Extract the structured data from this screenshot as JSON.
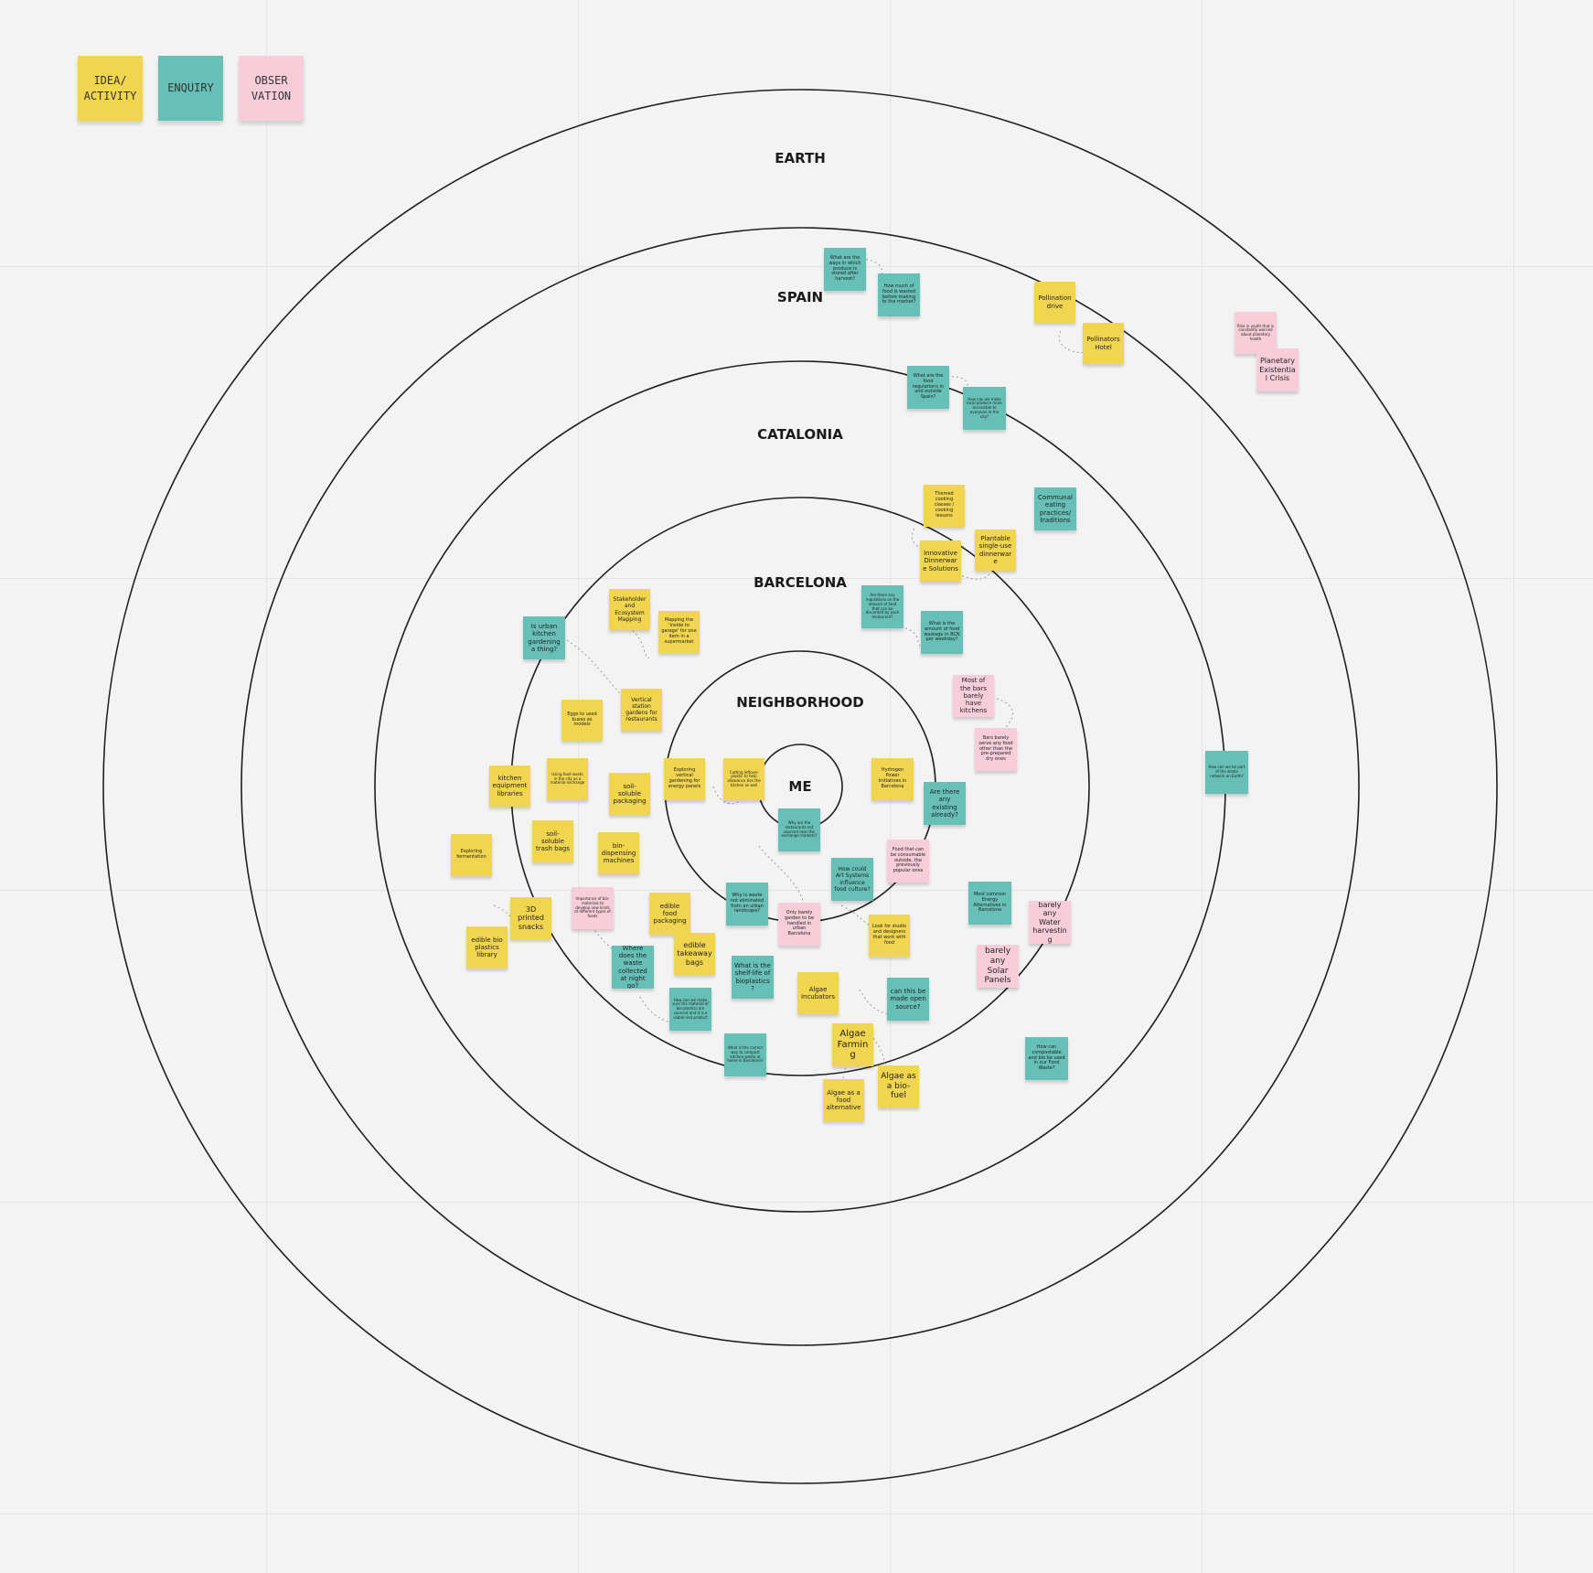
{
  "legend": [
    {
      "label": "IDEA/ ACTIVITY",
      "category": "idea"
    },
    {
      "label": "ENQUIRY",
      "category": "enquiry"
    },
    {
      "label": "OBSER VATION",
      "category": "observation"
    }
  ],
  "rings": [
    {
      "name": "earth",
      "label": "EARTH"
    },
    {
      "name": "spain",
      "label": "SPAIN"
    },
    {
      "name": "catalonia",
      "label": "CATALONIA"
    },
    {
      "name": "barcelona",
      "label": "BARCELONA"
    },
    {
      "name": "neighborhood",
      "label": "NEIGHBORHOOD"
    },
    {
      "name": "me",
      "label": "ME"
    }
  ],
  "notes": [
    {
      "text": "What are the ways in which produce is stored after harvest?",
      "category": "enquiry"
    },
    {
      "text": "How much of food is wasted before making to the market?",
      "category": "enquiry"
    },
    {
      "text": "Pollination drive",
      "category": "idea"
    },
    {
      "text": "Pollinators Hotel",
      "category": "idea"
    },
    {
      "text": "Rise in youth that is constantly worried about planetary health",
      "category": "observation"
    },
    {
      "text": "Planetary Existential Crisis",
      "category": "observation"
    },
    {
      "text": "What are the food regulations in and outside Spain?",
      "category": "enquiry"
    },
    {
      "text": "How can we make local produce more accessible to everyone in the city?",
      "category": "enquiry"
    },
    {
      "text": "Themed cooking classes / cooking lessons",
      "category": "idea"
    },
    {
      "text": "Communal eating practices/ traditions",
      "category": "enquiry"
    },
    {
      "text": "Plantable single-use dinnerware",
      "category": "idea"
    },
    {
      "text": "Innovative Dinnerware Solutions",
      "category": "idea"
    },
    {
      "text": "Are there any regulations on the amount of food that can be discarded by each restaurant?",
      "category": "enquiry"
    },
    {
      "text": "What is the amount of food wastage in BCN per weekday?",
      "category": "enquiry"
    },
    {
      "text": "Stakeholder and Ecosystem Mapping",
      "category": "idea"
    },
    {
      "text": "Mapping the 'inside to garage' for one item in a supermarket",
      "category": "idea"
    },
    {
      "text": "Is urban kitchen gardening a thing?",
      "category": "enquiry"
    },
    {
      "text": "Most of the bars barely have kitchens",
      "category": "observation"
    },
    {
      "text": "Bars barely serve any food other than the pre-prepared dry ones",
      "category": "observation"
    },
    {
      "text": "Vertical station gardens for restaurants",
      "category": "idea"
    },
    {
      "text": "Eggs to used buses as models",
      "category": "idea"
    },
    {
      "text": "Exploring vertical gardening for energy panels",
      "category": "idea"
    },
    {
      "text": "Cutting leftover plastic to help allowance ties the kitchen as well",
      "category": "idea"
    },
    {
      "text": "Hydrogen Power Initiatives in Barcelona",
      "category": "idea"
    },
    {
      "text": "Are there any existing already?",
      "category": "enquiry"
    },
    {
      "text": "kitchen equipment libraries",
      "category": "idea"
    },
    {
      "text": "Using food waste in the city as a material exchange",
      "category": "idea"
    },
    {
      "text": "soil-soluble packaging",
      "category": "idea"
    },
    {
      "text": "Why are the restaurants not sourced near the exchange markets?",
      "category": "enquiry"
    },
    {
      "text": "Food that can be consumable outside, the previously popular ones",
      "category": "observation"
    },
    {
      "text": "Exploring fermentation",
      "category": "idea"
    },
    {
      "text": "soil-soluble trash bags",
      "category": "idea"
    },
    {
      "text": "bin-dispensing machines",
      "category": "idea"
    },
    {
      "text": "How could Art Systems influence food culture?",
      "category": "enquiry"
    },
    {
      "text": "Most common Energy Alternatives in Barcelona",
      "category": "enquiry"
    },
    {
      "text": "Why is waste not eliminated from an urban landscape?",
      "category": "enquiry"
    },
    {
      "text": "Importance of bio-materials to develop new kinds of different types of foods",
      "category": "observation"
    },
    {
      "text": "3D printed snacks",
      "category": "idea"
    },
    {
      "text": "edible food packaging",
      "category": "idea"
    },
    {
      "text": "Only barely garden to be handled in urban Barcelona",
      "category": "observation"
    },
    {
      "text": "Look for studio and designers that work with food",
      "category": "idea"
    },
    {
      "text": "barely any Water harvesting",
      "category": "observation"
    },
    {
      "text": "edible bio plastics library",
      "category": "idea"
    },
    {
      "text": "Where does the waste collected at night go?",
      "category": "enquiry"
    },
    {
      "text": "edible takeaway bags",
      "category": "idea"
    },
    {
      "text": "What is the shelf-life of bioplastics?",
      "category": "enquiry"
    },
    {
      "text": "Algae Incubators",
      "category": "idea"
    },
    {
      "text": "can this be made open source?",
      "category": "enquiry"
    },
    {
      "text": "barely any Solar Panels",
      "category": "observation"
    },
    {
      "text": "How can we make sure the material of bio-plastics are sourced and it is a viable end product",
      "category": "enquiry"
    },
    {
      "text": "What is the correct way to compost kitchen waste at home in Barcelona?",
      "category": "enquiry"
    },
    {
      "text": "Algae Farming",
      "category": "idea"
    },
    {
      "text": "Algae as a food alternative",
      "category": "idea"
    },
    {
      "text": "Algae as a bio-fuel",
      "category": "idea"
    },
    {
      "text": "How can compostable and bio be used in our Food Waste?",
      "category": "enquiry"
    },
    {
      "text": "How can we be part of the whole network on Earth?",
      "category": "enquiry"
    }
  ],
  "colors": {
    "idea": "#f1d54f",
    "enquiry": "#67c0b8",
    "observation": "#f7cdd9",
    "ring_stroke": "#1f1f1f",
    "background": "#f3f3f3"
  }
}
